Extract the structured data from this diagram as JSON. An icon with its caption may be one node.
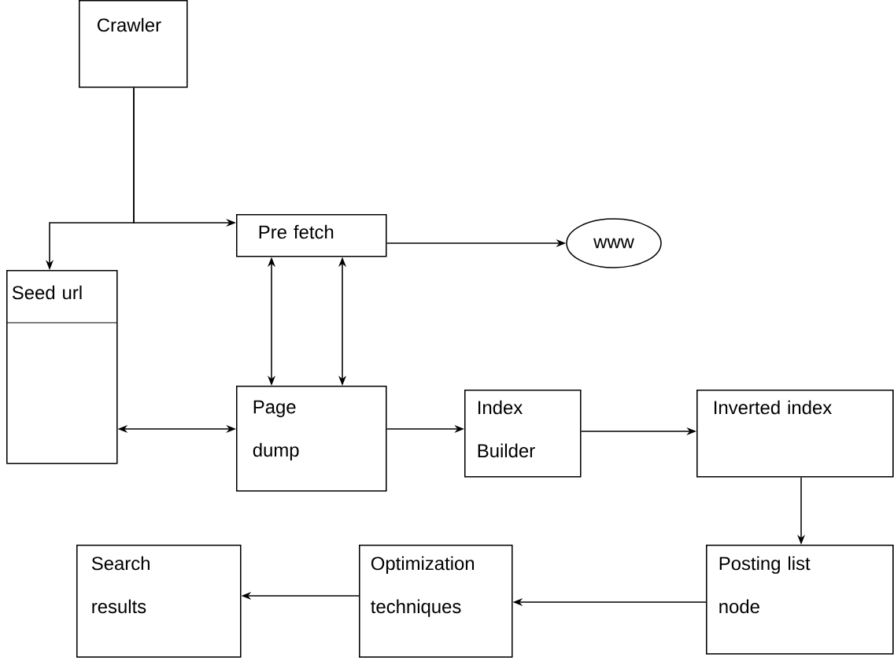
{
  "diagram": {
    "nodes": [
      {
        "text": [
          "Crawler"
        ]
      },
      {
        "text": [
          "Pre fetch"
        ]
      },
      {
        "text": [
          "www"
        ]
      },
      {
        "text": [
          "Seed url"
        ]
      },
      {
        "text": [
          "Page dump"
        ]
      },
      {
        "text": [
          "Index Builder"
        ]
      },
      {
        "text": [
          "Inverted index"
        ]
      },
      {
        "text": [
          "Posting list node"
        ]
      },
      {
        "text": [
          "Optimization techniques"
        ]
      },
      {
        "text": [
          "Search results"
        ]
      }
    ],
    "edges": [
      {
        "from": 0,
        "to": 3,
        "arrow": "to"
      },
      {
        "from": 0,
        "to": 1,
        "arrow": "to"
      },
      {
        "from": 1,
        "to": 2,
        "arrow": "to"
      },
      {
        "from": 1,
        "to": 4,
        "arrow": "both"
      },
      {
        "from": 1,
        "to": 4,
        "arrow": "both"
      },
      {
        "from": 3,
        "to": 4,
        "arrow": "both"
      },
      {
        "from": 4,
        "to": 5,
        "arrow": "to"
      },
      {
        "from": 5,
        "to": 6,
        "arrow": "to"
      },
      {
        "from": 6,
        "to": 7,
        "arrow": "to"
      },
      {
        "from": 7,
        "to": 8,
        "arrow": "to"
      },
      {
        "from": 8,
        "to": 9,
        "arrow": "to"
      }
    ]
  }
}
